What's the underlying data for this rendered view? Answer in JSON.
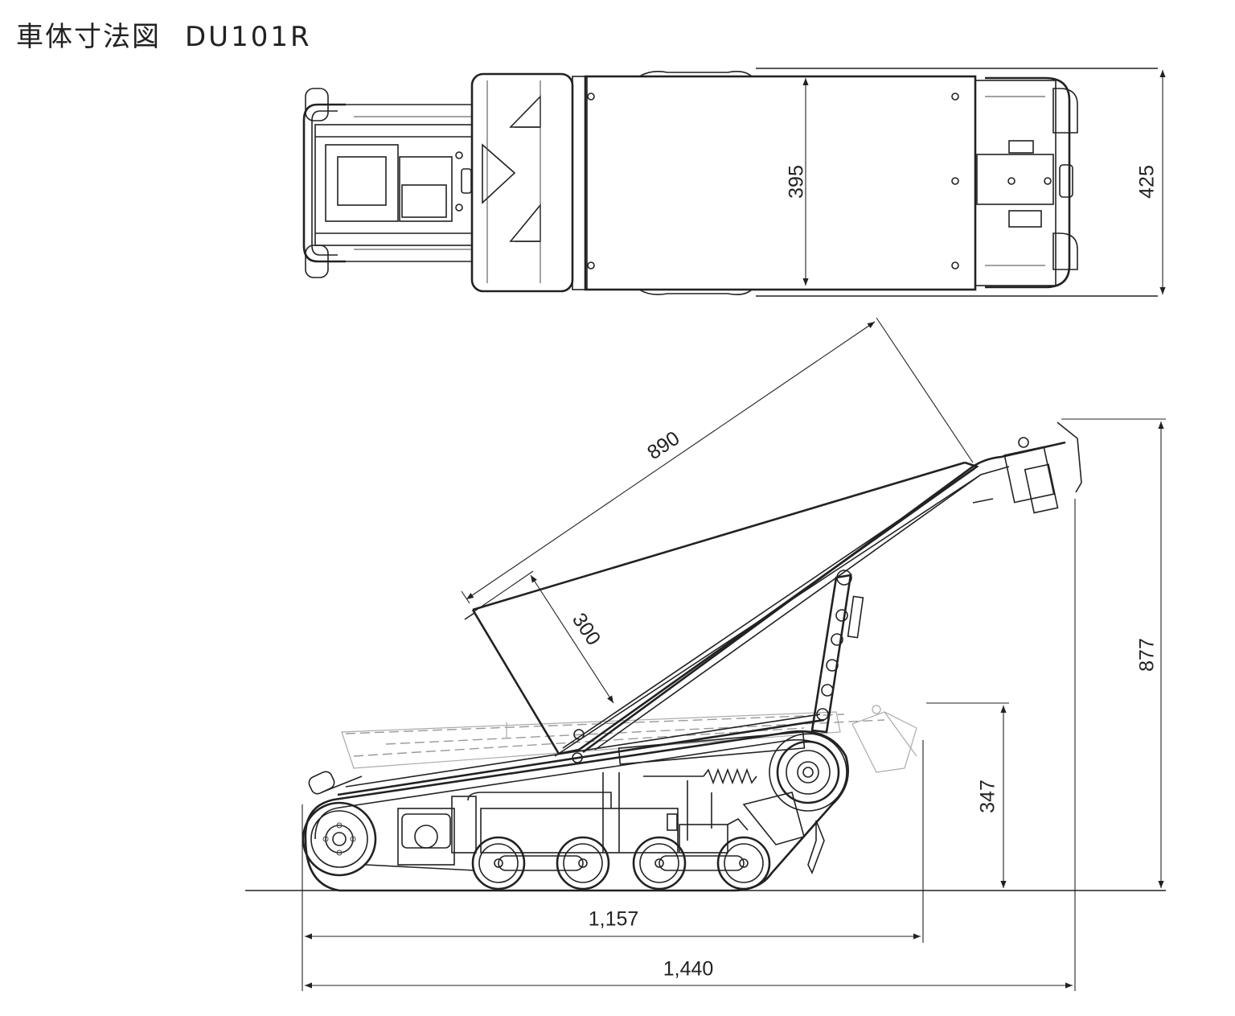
{
  "title": {
    "text": "車体寸法図",
    "model": "DU101R"
  },
  "dimensions": {
    "top_inner_width": "395",
    "top_outer_width": "425",
    "dump_bed_length": "890",
    "dump_bed_depth": "300",
    "overall_height": "877",
    "bed_height": "347",
    "crawler_length": "1,157",
    "overall_length": "1,440"
  },
  "colors": {
    "line": "#222222",
    "ghost": "#999999",
    "background": "#ffffff"
  }
}
